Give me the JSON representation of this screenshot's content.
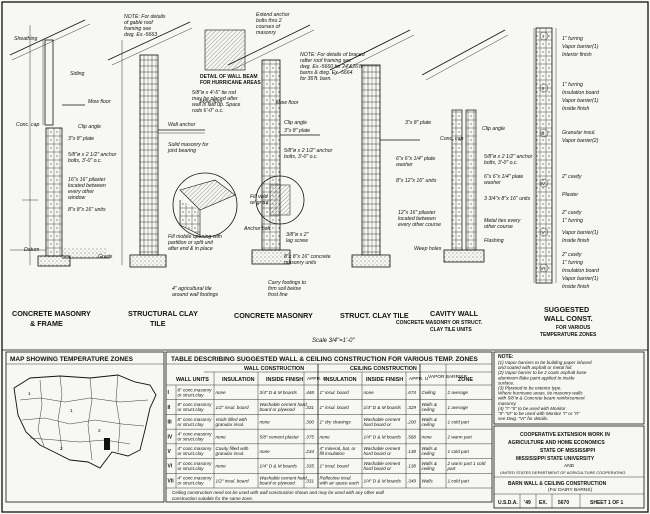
{
  "drawings": {
    "titles": {
      "concrete_masonry_frame": [
        "CONCRETE MASONRY",
        "& FRAME"
      ],
      "structural_clay_tile": [
        "STRUCTURAL CLAY",
        "TILE"
      ],
      "concrete_masonry": "CONCRETE MASONRY",
      "struct_clay_tile": "STRUCT. CLAY TILE",
      "cavity_wall": [
        "CAVITY WALL",
        "CONCRETE MASONRY OR STRUCT.",
        "CLAY TILE UNITS"
      ],
      "suggested": [
        "SUGGESTED",
        "WALL CONST.",
        "FOR VARIOUS",
        "TEMPERATURE ZONES"
      ]
    },
    "scale": "Scale 3/4\"=1'-0\"",
    "notes": {
      "note1": [
        "NOTE: For details",
        "of gable roof",
        "framing see",
        "dwg. Ex.-5663"
      ],
      "note2": [
        "NOTE: For details of braced",
        "rafter roof framing see",
        "dwg. Ex.-5660 for 24'&26'ft",
        "barns & dwg. Ex.-5664",
        "for 36'ft. barn."
      ],
      "anchor_bolts": [
        "Extend anchor",
        "bolts thru 2",
        "courses of",
        "masonry"
      ],
      "detail_beam": [
        "DETAIL OF WALL BEAM",
        "FOR HURRICANE AREAS"
      ],
      "tie_rod": [
        "5/8\"ø x 4'-5\" tie rod",
        "may be placed after",
        "wall is laid up. Space",
        "rods 6'-0\" o.c."
      ]
    },
    "labels": {
      "sheathing": "Sheathing",
      "siding": "Siding",
      "mow_floor": "Mow floor",
      "conc_cap": "Conc. cap",
      "clip_angle": "Clip angle",
      "plate_3x8": "3\"x 8\" plate",
      "anchor_bolts_58": [
        "5/8\"ø x 2 1/2\" anchor",
        "bolts, 3'-0\" o.c."
      ],
      "pilaster": [
        "16\"x 16\" pilaster",
        "located between",
        "every other",
        "window"
      ],
      "units_8x8x16": "8\"x 8\"x 16\" units",
      "datum": "Datum",
      "grade": "Grade",
      "wall_anchor": "Wall anchor",
      "solid_masonry": [
        "Solid masonry for",
        "joist bearing"
      ],
      "fill_mobile": [
        "Fill mobile opening with",
        "partition or split unit",
        "after end & in place"
      ],
      "agricultural_tile": [
        "4\" agricultural tile",
        "around wall footings"
      ],
      "carry_footings": [
        "Carry footings to",
        "firm soil below",
        "frost line"
      ],
      "anchor_bolt": "Anchor bolt",
      "lag_screw": [
        "3/8\"ø x 2\"",
        "lag screw"
      ],
      "conc_units": [
        "8\"x 8\"x 16\" concrete",
        "masonry units"
      ],
      "fill_void": [
        "Fill void",
        "w/ grout"
      ],
      "clip_angle2": [
        "3\"x 3\"x 1/4\"",
        "clip angle"
      ],
      "plate_38": "3\"x 8\" plate",
      "units_8x12": "8\"x 12\"x 16\" units",
      "plate_washer": [
        "6\"x 6\"x 1/4\" plate",
        "washer"
      ],
      "units_3_8": "3 3/4\"x 8\"x 16\" units",
      "pilaster2": [
        "12\"x 16\" pilaster",
        "located between",
        "every other course"
      ],
      "weep_holes": "Weep holes",
      "flashing": "Flashing",
      "metal_ties": [
        "Metal ties every",
        "other course"
      ],
      "furring": "1\" furring",
      "vapor_barrier": "Vapor barrier(1)",
      "interior_finish": "Interior finish",
      "insulation_board": "Insulation board",
      "inside_finish": "Inside finish",
      "granular_insul": "Granular insul.",
      "vapor_barrier2": "Vapor barrier(2)",
      "cavity_2": "2\" cavity",
      "plaster": "Plaster",
      "roman": [
        "I",
        "II",
        "III",
        "IV",
        "V",
        "VI"
      ]
    }
  },
  "map": {
    "title": "MAP SHOWING TEMPERATURE ZONES"
  },
  "table": {
    "title": "TABLE DESCRIBING SUGGESTED WALL & CEILING CONSTRUCTION FOR VARIOUS TEMP. ZONES",
    "group_wall": "WALL CONSTRUCTION",
    "group_ceiling": "CEILING CONSTRUCTION",
    "columns": [
      "WALL UNITS",
      "INSULATION",
      "INSIDE FINISH",
      "APPR. U",
      "INSULATION",
      "INSIDE FINISH",
      "APPR. U",
      "VAPOR BARRIER",
      "ZONE"
    ],
    "rows": [
      {
        "num": "I",
        "units": "8\" conc.masonry or struct.clay tile",
        "ins": "none",
        "fin": "3/4\" D & M boards",
        "u1": ".448",
        "cins": "1\" insul. board",
        "cfin": "none",
        "u2": ".674",
        "vb": "Ceiling",
        "zone": "2 average"
      },
      {
        "num": "II",
        "units": "8\" conc.masonry or struct.clay tile",
        "ins": "1/2\" insul. board",
        "fin": "Washable cement hard board or plywood",
        "u1": ".331",
        "cins": "1\" insul. board",
        "cfin": "1/4\" D & M boards",
        "u2": ".329",
        "vb": "Walls & ceiling",
        "zone": "1 average"
      },
      {
        "num": "III",
        "units": "8\" conc.masonry or struct.clay tile",
        "ins": "Voids filled with granular insul.",
        "fin": "none",
        "u1": ".300",
        "cins": "1\" dry shavings",
        "cfin": "Washable cement hard board or plywood",
        "u2": ".200",
        "vb": "Walls & ceiling",
        "zone": "1 cold part"
      },
      {
        "num": "IV",
        "units": "4\" conc.masonry or struct.clay tile",
        "ins": "none",
        "fin": "5/8\" cement plaster",
        "u1": ".375",
        "cins": "none",
        "cfin": "1/4\" D & M boards",
        "u2": ".568",
        "vb": "none",
        "zone": "2 warm part"
      },
      {
        "num": "V",
        "units": "4\" conc.masonry or struct.clay tile",
        "ins": "Cavity filled with granular insul.",
        "fin": "none",
        "u1": ".234",
        "cins": "4\" mineral, bat, or fill insulation",
        "cfin": "Washable cement hard board or plywood",
        "u2": ".138",
        "vb": "Walls & ceiling",
        "zone": "1 cold part"
      },
      {
        "num": "VI",
        "units": "4\" conc.masonry or struct.clay tile",
        "ins": "none",
        "fin": "1/4\" D & M boards",
        "u1": ".335",
        "cins": "1\" insul. board",
        "cfin": "Washable cement hard board or plywood",
        "u2": ".138",
        "vb": "Walls & ceiling",
        "zone": "2 warm part 1 cold part"
      },
      {
        "num": "VII",
        "units": "4\" conc.masonry or struct.clay tile",
        "ins": "1/2\" insul. board",
        "fin": "Washable cement hard board or plywood",
        "u1": ".331",
        "cins": "Reflective insul. with air space each side",
        "cfin": "1/4\" D & M boards",
        "u2": ".349",
        "vb": "Walls",
        "zone": "1 cold part"
      }
    ],
    "footnote": [
      "Ceiling construction need not be used with wall construction shown and may be used with any other wall",
      "construction suitable for the same zone."
    ]
  },
  "notes_box": {
    "title": "NOTE:",
    "lines": [
      "(1) Vapor barriers to be building paper infused",
      "and coated with asphalt or metal foil.",
      "(2) Vapor barrier to be 2 coats asphalt base",
      "aluminum flake paint applied to inside",
      "surface.",
      "(3) Plywood to be exterior type.",
      "Where hurricane areas, tie masonry walls",
      "with 5/8\"ø & Concrete beam reinforcement",
      "masonry.",
      "(4) \"I\"-\"II\" to be used with Monitor",
      "\"II\"-\"III\" to be used with Monitor \"I\" or \"II\"",
      "see Dwg. \"VI\" for details."
    ]
  },
  "title_block": {
    "line1": "COOPERATIVE EXTENSION WORK IN",
    "line2": "AGRICULTURE AND HOME ECONOMICS",
    "line3": "STATE OF MISSISSIPPI",
    "line4": "MISSISSIPPI STATE UNIVERSITY",
    "line5": "AND",
    "line6": "UNITED STATES DEPARTMENT OF AGRICULTURE COOPERATING",
    "drawing_title": "BARN WALL & CEILING CONSTRUCTION",
    "drawing_subtitle": "(For DAIRY BARNS)",
    "usda": "U.S.D.A.",
    "year": "'49",
    "ex": "EX.",
    "number": "5670",
    "sheet": "SHEET 1 OF 1"
  }
}
